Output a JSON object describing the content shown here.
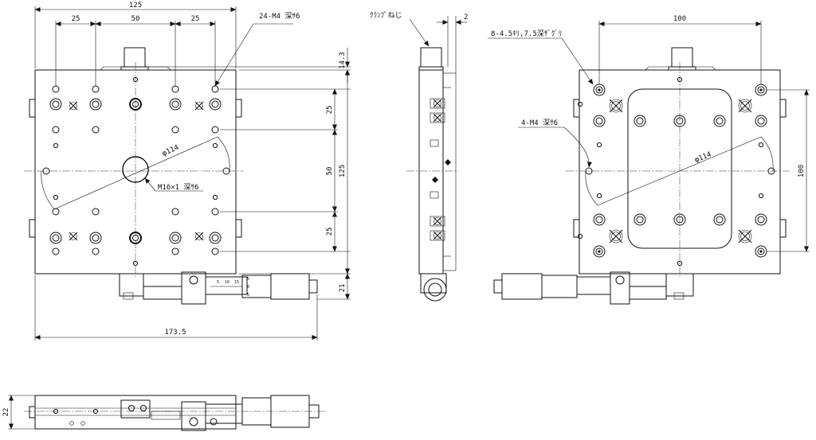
{
  "front_view": {
    "dims": {
      "width": "125",
      "pitch_left": "25",
      "pitch_mid": "50",
      "pitch_right": "25",
      "top_offset": "14.3",
      "v25_top": "25",
      "v50": "50",
      "v125": "125",
      "v25_bottom": "25",
      "bottom_offset": "21",
      "overall_width": "173.5"
    },
    "labels": {
      "tapped_holes": "24-M4 深ｻ6",
      "center_tap": "M16×1 深ｻ6",
      "diameter": "φ114"
    }
  },
  "side_view": {
    "labels": {
      "clamp_screw": "ｸﾗﾝﾌﾟねじ"
    },
    "dims": {
      "gap": "2"
    }
  },
  "bottom_view": {
    "dims": {
      "width": "100",
      "height": "100"
    },
    "labels": {
      "counterbore": "8-4.5ｷﾘ,7.5深ｻﾞｸﾞﾘ",
      "tapped_holes": "4-M4 深ｻ6",
      "diameter": "φ114"
    }
  },
  "lower_view": {
    "dims": {
      "height": "22"
    }
  },
  "micrometer": {
    "scale": [
      "5",
      "10",
      "15"
    ],
    "thimble": [
      "5",
      "0",
      "5"
    ]
  }
}
